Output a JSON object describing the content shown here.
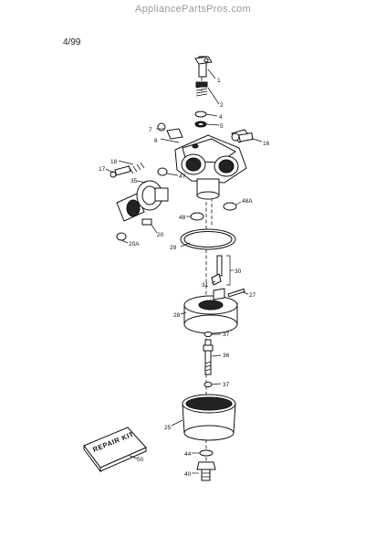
{
  "header": {
    "watermark": "AppliancePartsPros.com",
    "date_code": "4/99"
  },
  "callouts": {
    "c1": "1",
    "c2": "2",
    "c4": "4",
    "c5": "5",
    "c6": "6",
    "c7": "7",
    "c16": "16",
    "c17": "17",
    "c18": "18",
    "c20": "20",
    "c20a": "20A",
    "c25": "25",
    "c27": "27",
    "c28": "28",
    "c29": "29",
    "c30": "30",
    "c31": "31",
    "c35": "35",
    "c36": "36",
    "c37a": "37",
    "c37b": "37",
    "c40": "40",
    "c44": "44",
    "c47": "47",
    "c48": "48",
    "c48a": "48A",
    "c50": "50"
  },
  "repair_kit": {
    "label": "REPAIR KIT"
  }
}
